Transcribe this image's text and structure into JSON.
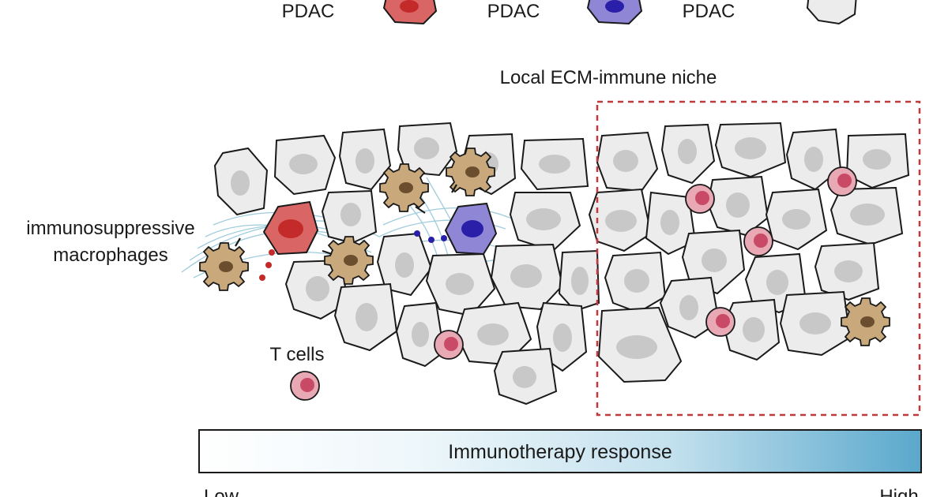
{
  "legend": {
    "items": [
      {
        "label": "PDAC",
        "icon": "red-cancer-cell-icon"
      },
      {
        "label": "PDAC",
        "icon": "purple-cancer-cell-icon"
      },
      {
        "label": "PDAC",
        "icon": "tumor-cell-icon"
      }
    ]
  },
  "labels": {
    "niche": "Local ECM-immune niche",
    "macrophages_line1": "immunosuppressive",
    "macrophages_line2": "macrophages",
    "t_cells": "T cells"
  },
  "response_bar": {
    "title": "Immunotherapy response",
    "low": "Low",
    "high": "High"
  },
  "colors": {
    "tumor_cell_fill": "#ececec",
    "tumor_cell_nucleus": "#c8c8c8",
    "red_cancer_cell": "#d95a5a",
    "purple_cancer_cell": "#8f86d6",
    "macrophage": "#c9a97c",
    "t_cell": "#d98a9a",
    "ecm_fiber": "#8fc3d6",
    "niche_border": "#c0393b",
    "bar_start": "#ffffff",
    "bar_end": "#5aa8cc"
  }
}
